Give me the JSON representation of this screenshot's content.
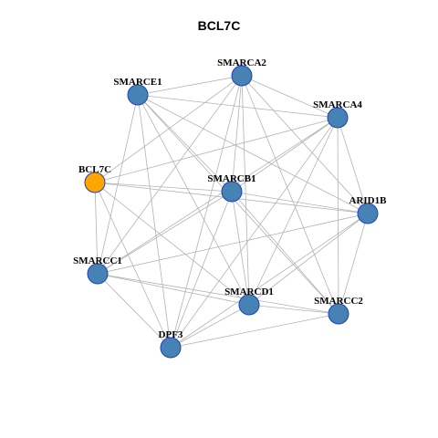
{
  "title": "BCL7C",
  "colors": {
    "node_default": "#4682b4",
    "node_highlight": "#ffa500",
    "node_border": "#1f3fbf",
    "edge": "#b3b3b3"
  },
  "nodes": [
    {
      "id": "SMARCA2",
      "label": "SMARCA2",
      "highlight": false
    },
    {
      "id": "SMARCE1",
      "label": "SMARCE1",
      "highlight": false
    },
    {
      "id": "SMARCA4",
      "label": "SMARCA4",
      "highlight": false
    },
    {
      "id": "BCL7C",
      "label": "BCL7C",
      "highlight": true
    },
    {
      "id": "SMARCB1",
      "label": "SMARCB1",
      "highlight": false
    },
    {
      "id": "ARID1B",
      "label": "ARID1B",
      "highlight": false
    },
    {
      "id": "SMARCC1",
      "label": "SMARCC1",
      "highlight": false
    },
    {
      "id": "SMARCD1",
      "label": "SMARCD1",
      "highlight": false
    },
    {
      "id": "SMARCC2",
      "label": "SMARCC2",
      "highlight": false
    },
    {
      "id": "DPF3",
      "label": "DPF3",
      "highlight": false
    }
  ],
  "edges": [
    [
      "SMARCA2",
      "SMARCE1"
    ],
    [
      "SMARCA2",
      "SMARCA4"
    ],
    [
      "SMARCA2",
      "BCL7C"
    ],
    [
      "SMARCA2",
      "SMARCB1"
    ],
    [
      "SMARCA2",
      "ARID1B"
    ],
    [
      "SMARCA2",
      "SMARCC1"
    ],
    [
      "SMARCA2",
      "SMARCD1"
    ],
    [
      "SMARCA2",
      "SMARCC2"
    ],
    [
      "SMARCA2",
      "DPF3"
    ],
    [
      "SMARCE1",
      "SMARCA4"
    ],
    [
      "SMARCE1",
      "SMARCB1"
    ],
    [
      "SMARCE1",
      "ARID1B"
    ],
    [
      "SMARCE1",
      "SMARCC1"
    ],
    [
      "SMARCE1",
      "SMARCD1"
    ],
    [
      "SMARCE1",
      "SMARCC2"
    ],
    [
      "SMARCE1",
      "DPF3"
    ],
    [
      "SMARCA4",
      "BCL7C"
    ],
    [
      "SMARCA4",
      "SMARCB1"
    ],
    [
      "SMARCA4",
      "ARID1B"
    ],
    [
      "SMARCA4",
      "SMARCC1"
    ],
    [
      "SMARCA4",
      "SMARCD1"
    ],
    [
      "SMARCA4",
      "SMARCC2"
    ],
    [
      "SMARCA4",
      "DPF3"
    ],
    [
      "BCL7C",
      "SMARCB1"
    ],
    [
      "BCL7C",
      "ARID1B"
    ],
    [
      "BCL7C",
      "SMARCC1"
    ],
    [
      "BCL7C",
      "SMARCD1"
    ],
    [
      "BCL7C",
      "DPF3"
    ],
    [
      "SMARCB1",
      "ARID1B"
    ],
    [
      "SMARCB1",
      "SMARCC1"
    ],
    [
      "SMARCB1",
      "SMARCD1"
    ],
    [
      "SMARCB1",
      "SMARCC2"
    ],
    [
      "SMARCB1",
      "DPF3"
    ],
    [
      "ARID1B",
      "SMARCC1"
    ],
    [
      "ARID1B",
      "SMARCD1"
    ],
    [
      "ARID1B",
      "SMARCC2"
    ],
    [
      "ARID1B",
      "DPF3"
    ],
    [
      "SMARCC1",
      "SMARCD1"
    ],
    [
      "SMARCC1",
      "SMARCC2"
    ],
    [
      "SMARCC1",
      "DPF3"
    ],
    [
      "SMARCD1",
      "SMARCC2"
    ],
    [
      "SMARCD1",
      "DPF3"
    ],
    [
      "SMARCC2",
      "DPF3"
    ]
  ]
}
